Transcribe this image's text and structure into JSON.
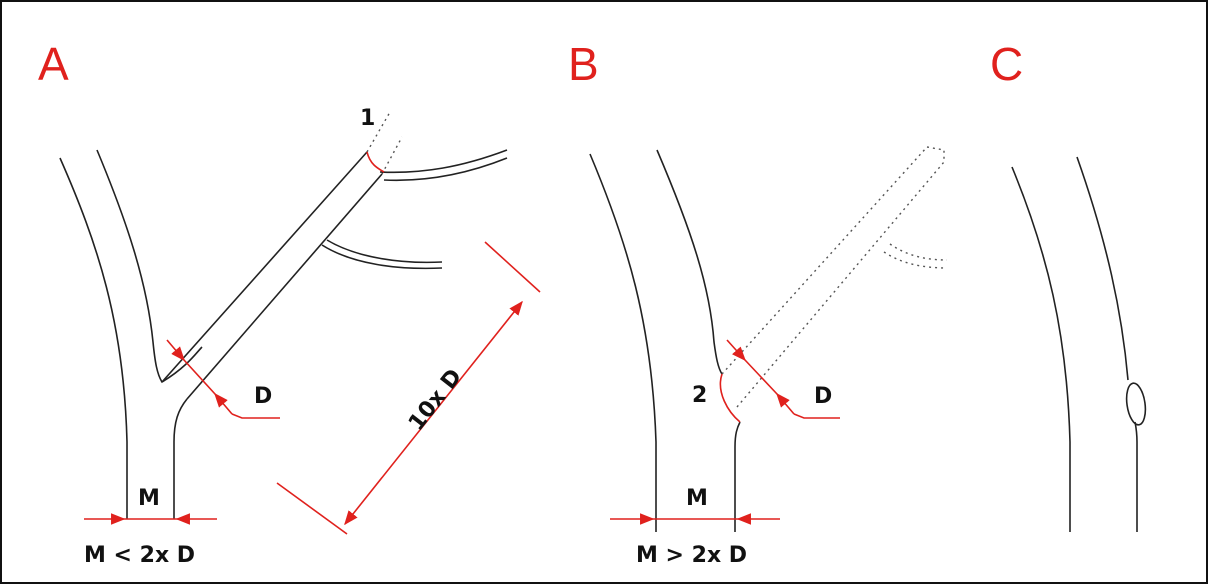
{
  "panels": {
    "a": {
      "label": "A",
      "cut_number": "1",
      "dim_d": "D",
      "dim_length": "10x D",
      "dim_m": "M",
      "rule": "M < 2x D"
    },
    "b": {
      "label": "B",
      "cut_number": "2",
      "dim_d": "D",
      "dim_m": "M",
      "rule": "M > 2x D"
    },
    "c": {
      "label": "C"
    }
  },
  "colors": {
    "annotation": "#e0211d",
    "line": "#222222"
  }
}
